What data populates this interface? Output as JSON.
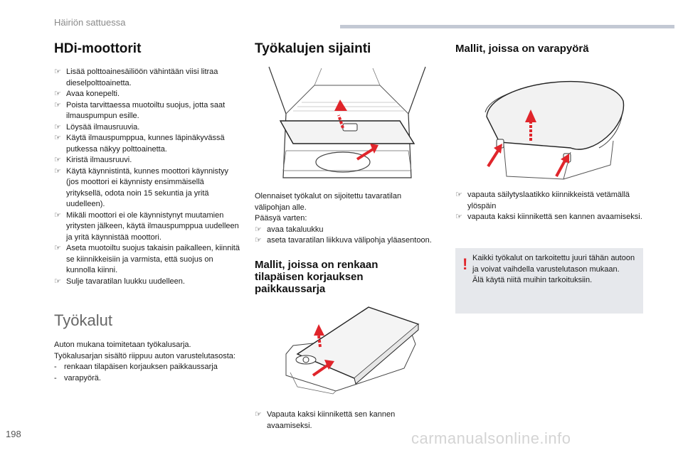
{
  "header": {
    "section": "Häiriön sattuessa"
  },
  "col1": {
    "title": "HDi-moottorit",
    "steps": [
      "Lisää polttoainesäiliöön vähintään viisi litraa dieselpolttoainetta.",
      "Avaa konepelti.",
      "Poista tarvittaessa muotoiltu suojus, jotta saat ilmauspumpun esille.",
      "Löysää ilmausruuvia.",
      "Käytä ilmauspumppua, kunnes läpinäkyvässä putkessa näkyy polttoainetta.",
      "Kiristä ilmausruuvi.",
      "Käytä käynnistintä, kunnes moottori käynnistyy (jos moottori ei käynnisty ensimmäisellä yrityksellä, odota noin 15 sekuntia ja yritä uudelleen).",
      "Mikäli moottori ei ole käynnistynyt muutamien yritysten jälkeen, käytä ilmauspumppua uudelleen ja yritä käynnistää moottori.",
      "Aseta muotoiltu suojus takaisin paikalleen, kiinnitä se kiinnikkeisiin ja varmista, että suojus on kunnolla kiinni.",
      "Sulje tavaratilan luukku uudelleen."
    ],
    "tools_title": "Työkalut",
    "tools_intro": [
      "Auton mukana toimitetaan työkalusarja.",
      "Työkalusarjan sisältö riippuu auton varustelutasosta:"
    ],
    "tools_list": [
      "renkaan tilapäisen korjauksen paikkaussarja",
      "varapyörä."
    ]
  },
  "col2": {
    "title": "Työkalujen sijainti",
    "intro": [
      "Olennaiset työkalut on sijoitettu tavaratilan välipohjan alle.",
      "Pääsyä varten:"
    ],
    "steps": [
      "avaa takaluukku",
      "aseta tavaratilan liikkuva välipohja yläasentoon."
    ],
    "kit_title": "Mallit, joissa on renkaan tilapäisen korjauksen paikkaussarja",
    "kit_steps": [
      "Vapauta kaksi kiinnikettä sen kannen avaamiseksi."
    ]
  },
  "col3": {
    "title": "Mallit, joissa on varapyörä",
    "steps": [
      "vapauta säilytyslaatikko kiinnikkeistä vetämällä ylöspäin",
      "vapauta kaksi kiinnikettä sen kannen avaamiseksi."
    ],
    "warning_mark": "!",
    "warning": [
      "Kaikki työkalut on tarkoitettu juuri tähän autoon ja voivat vaihdella varustelutason mukaan.",
      "Älä käytä niitä muihin tarkoituksiin."
    ]
  },
  "footer": {
    "page": "198",
    "watermark": "carmanualsonline.info"
  },
  "colors": {
    "arrow": "#e0252b",
    "header_bar": "#c3c9d4",
    "warning_bg": "#e6e8ec"
  }
}
